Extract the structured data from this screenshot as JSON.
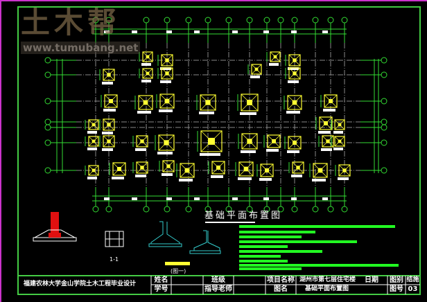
{
  "drawing": {
    "title": "基础平面布置图",
    "section_label": "1-1",
    "figure_label": "(图一)"
  },
  "title_block": {
    "school": "福建农林大学金山学院土木工程毕业设计",
    "name_label": "姓名",
    "class_label": "班级",
    "student_no_label": "学号",
    "advisor_label": "指导老师",
    "project_label": "项目名称",
    "project_value": "湖州市第七层住宅楼",
    "date_label": "日期",
    "drawing_name_label": "图名",
    "drawing_name_value": "基础平面布置图",
    "category_label": "图别",
    "category_value": "结施",
    "number_label": "图号",
    "number_value": "03"
  },
  "watermark": {
    "logo": "土木帮",
    "url": "www.tumubang.net"
  },
  "colors": {
    "border": "#cc33cc",
    "frame": "#44cc44",
    "axis": "#33dd33",
    "footing": "#ffff33",
    "notes": "#22ff22",
    "grid": "#888888"
  }
}
